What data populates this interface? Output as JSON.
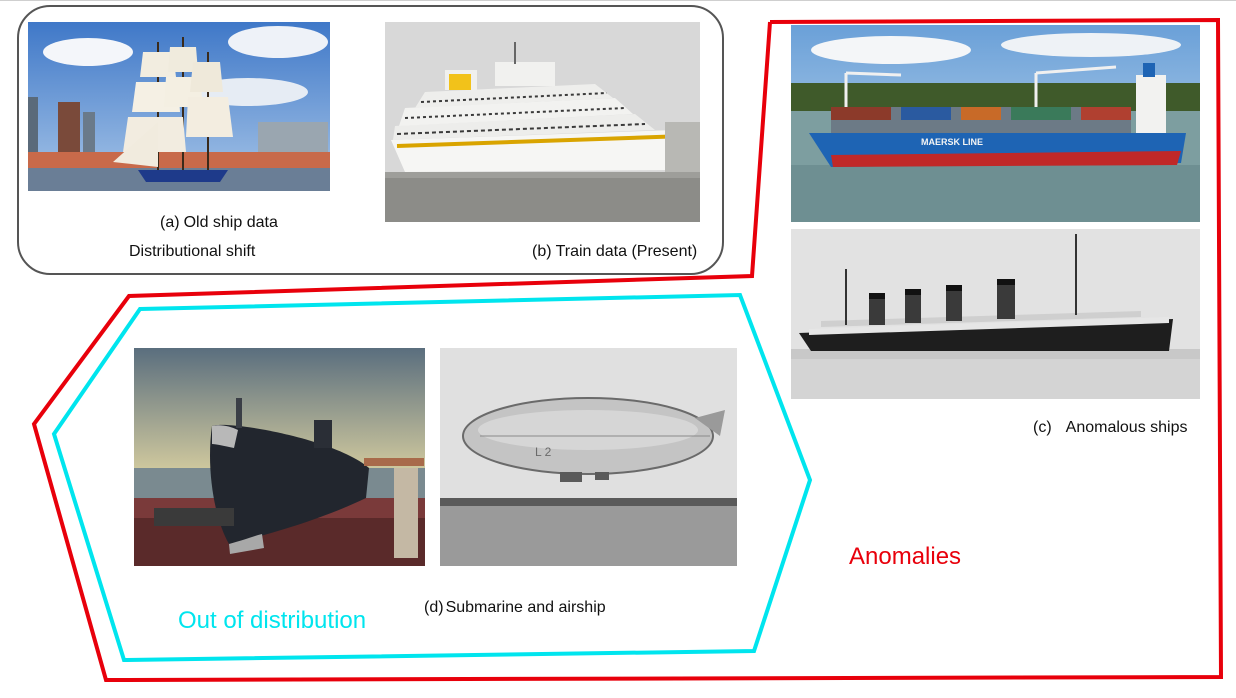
{
  "labels": {
    "old_ship": {
      "tag": "(a)",
      "text": "Old ship data"
    },
    "train": {
      "tag": "(b)",
      "text": "Train data (Present)"
    },
    "anomalous": {
      "tag": "(c)",
      "text": "Anomalous ships"
    },
    "submarine": {
      "tag": "(d)",
      "text": "Submarine and airship"
    },
    "distributional_shift": "Distributional shift",
    "anomalies": "Anomalies",
    "ood": "Out of distribution"
  },
  "colors": {
    "anomalies": "#e8000b",
    "ood": "#00e5ee",
    "shift_frame": "#555555"
  },
  "images": [
    {
      "name": "tall-ship-photo",
      "subject": "sailing ship in harbor"
    },
    {
      "name": "cruise-ship-photo",
      "subject": "white cruise ship"
    },
    {
      "name": "container-ship-photo",
      "subject": "Maersk container ship",
      "hull_text": "MAERSK LINE"
    },
    {
      "name": "liner-photo",
      "subject": "historic ocean liner with four funnels"
    },
    {
      "name": "submarine-photo",
      "subject": "submarine museum on shore"
    },
    {
      "name": "airship-photo",
      "subject": "zeppelin airship on field",
      "hull_text": "L 2"
    }
  ]
}
